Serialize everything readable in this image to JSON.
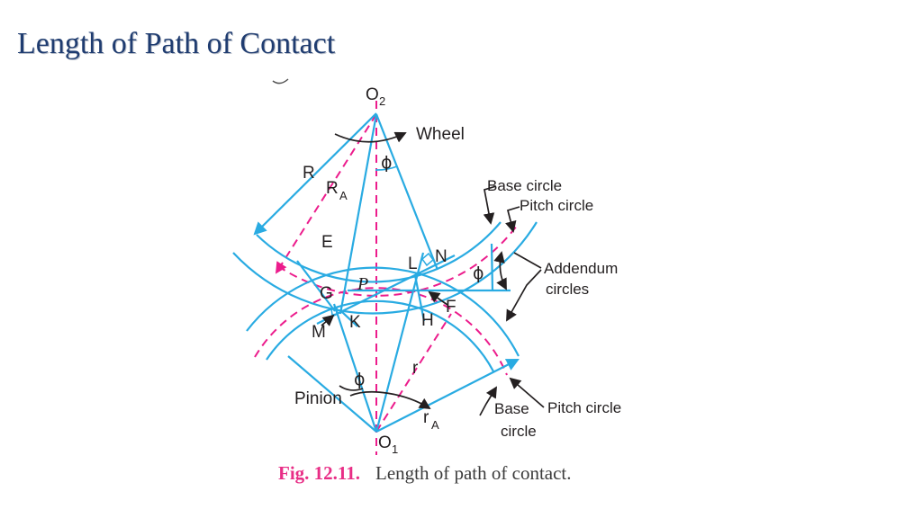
{
  "slide": {
    "title": "Length of Path of Contact"
  },
  "figure": {
    "caption": {
      "fig_label": "Fig. 12.11.",
      "caption_text": "Length of path of contact."
    },
    "colors": {
      "cyan": "#29abe2",
      "magenta": "#ec1c8c",
      "ink": "#231f20",
      "title_navy": "#1f3c70",
      "caption_accent": "#e82e86",
      "artifact_gray": "#555555"
    },
    "labels": {
      "wheel_center_main": "O",
      "wheel_center_sub": "2",
      "pinion_center_main": "O",
      "pinion_center_sub": "1",
      "wheel": "Wheel",
      "pinion": "Pinion",
      "R": "R",
      "R_A_main": "R",
      "R_A_sub": "A",
      "r": "r",
      "r_A_main": "r",
      "r_A_sub": "A",
      "phi": "ϕ",
      "E": "E",
      "N": "N",
      "L": "L",
      "G": "G",
      "P": "P",
      "K": "K",
      "H": "H",
      "F": "F",
      "M": "M",
      "base_circle_top": "Base circle",
      "pitch_circle_top": "Pitch circle",
      "addendum_circles_line1": "Addendum",
      "addendum_circles_line2": "circles",
      "base_circle_bottom_line1": "Base",
      "base_circle_bottom_line2": "circle",
      "pitch_circle_bottom": "Pitch circle"
    }
  }
}
